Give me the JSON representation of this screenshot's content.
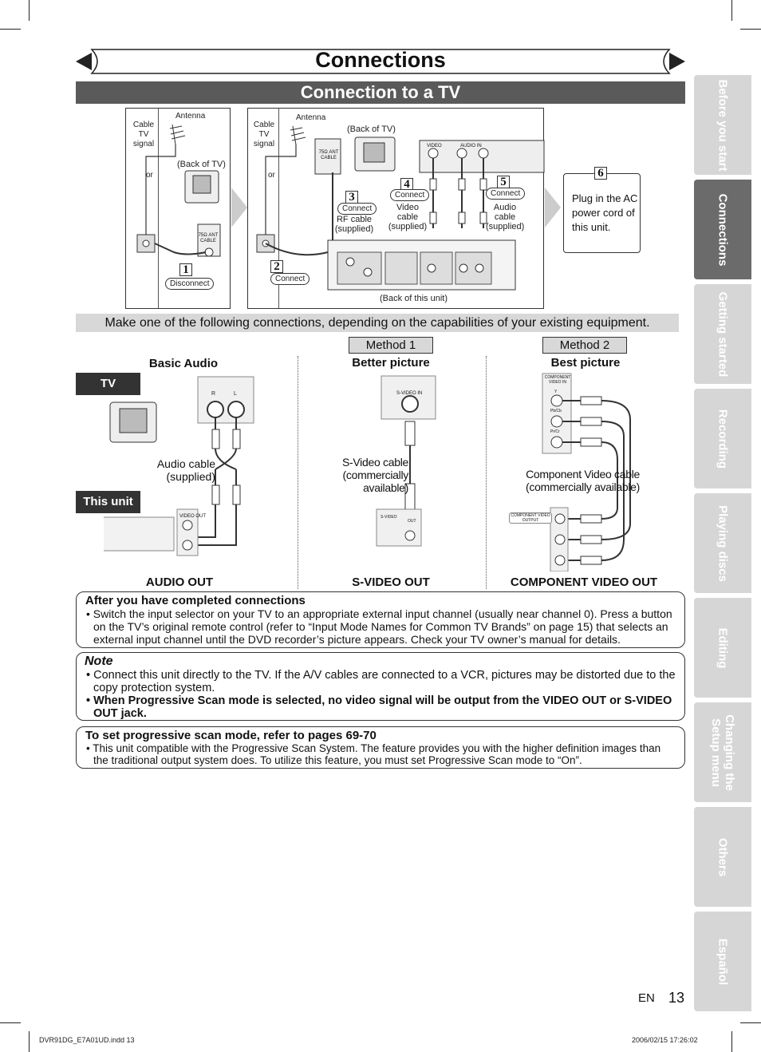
{
  "page": {
    "title": "Connections",
    "subtitle": "Connection to a TV",
    "instruction": "Make one of the following connections, depending on the capabilities of your existing equipment.",
    "lang": "EN",
    "page_number": "13",
    "footer_left": "DVR91DG_E7A01UD.indd   13",
    "footer_right": "2006/02/15   17:26:02"
  },
  "tabs": [
    {
      "label": "Before you start",
      "active": false
    },
    {
      "label": "Connections",
      "active": true
    },
    {
      "label": "Getting started",
      "active": false
    },
    {
      "label": "Recording",
      "active": false
    },
    {
      "label": "Playing discs",
      "active": false
    },
    {
      "label": "Editing",
      "active": false
    },
    {
      "label": "Changing the Setup menu",
      "active": false
    },
    {
      "label": "Others",
      "active": false
    },
    {
      "label": "Español",
      "active": false
    }
  ],
  "diagram": {
    "p1": {
      "cable_signal": "Cable TV signal",
      "antenna": "Antenna",
      "or": "or",
      "back_of_tv": "(Back of TV)",
      "step_num": "1",
      "step_label": "Disconnect",
      "jack": "75Ω ANT CABLE"
    },
    "p2": {
      "cable_signal": "Cable TV signal",
      "antenna": "Antenna",
      "or": "or",
      "back_of_tv": "(Back of TV)",
      "step2_num": "2",
      "step2_label": "Connect",
      "step3_num": "3",
      "step3_label": "Connect",
      "rf_cable": "RF cable (supplied)",
      "step4_num": "4",
      "step4_label": "Connect",
      "video_cable": "Video cable (supplied)",
      "step5_num": "5",
      "step5_label": "Connect",
      "audio_cable": "Audio cable (supplied)",
      "back_of_unit": "(Back of this unit)",
      "tv_video": "VIDEO",
      "tv_audio": "AUDIO IN",
      "jack": "75Ω ANT CABLE"
    },
    "p3": {
      "step_num": "6",
      "text": "Plug in the AC power cord of this unit."
    }
  },
  "methods": {
    "basic": {
      "heading": "Basic Audio",
      "out_label": "AUDIO OUT",
      "cable": "Audio cable (supplied)",
      "jack_label": "VIDEO OUT",
      "r": "R",
      "l": "L"
    },
    "method1": {
      "tag": "Method 1",
      "heading": "Better picture",
      "out_label": "S-VIDEO OUT",
      "cable": "S-Video cable (commercially available)",
      "tv_jack": "S-VIDEO IN",
      "unit_jack": "S-VIDEO",
      "out": "OUT"
    },
    "method2": {
      "tag": "Method 2",
      "heading": "Best picture",
      "out_label": "COMPONENT VIDEO OUT",
      "cable": "Component Video cable (commercially available)",
      "tv_jack": "COMPONENT VIDEO IN",
      "unit_jack": "COMPONENT VIDEO OUTPUT",
      "y": "Y",
      "pb": "Pb/Cb",
      "pr": "Pr/Cr"
    },
    "tv_label": "TV",
    "unit_label": "This unit"
  },
  "after": {
    "heading": "After you have completed connections",
    "text": "Switch the input selector on your TV to an appropriate external input channel (usually near channel 0). Press a button on the TV’s original remote control (refer to “Input Mode Names for Common TV Brands” on page 15) that selects an external input channel until the DVD recorder’s picture appears. Check your TV owner’s manual for details."
  },
  "note": {
    "heading": "Note",
    "item1": "Connect this unit directly to the TV. If the A/V cables are connected to a VCR, pictures may be distorted due to the copy protection system.",
    "item2": "When Progressive Scan mode is selected, no video signal will be output from the VIDEO OUT or S-VIDEO OUT jack."
  },
  "progressive": {
    "heading": "To set progressive scan mode, refer to pages 69-70",
    "text": "This unit compatible with the Progressive Scan System. The feature provides you with the higher definition images than the traditional output system does. To utilize this feature, you must set Progressive Scan mode to “On”."
  },
  "colors": {
    "active_tab": "#6b6b6b",
    "inactive_tab": "#d6d6d6",
    "subtitle_bar": "#5a5a5a",
    "grey_bar": "#d8d8d8"
  }
}
